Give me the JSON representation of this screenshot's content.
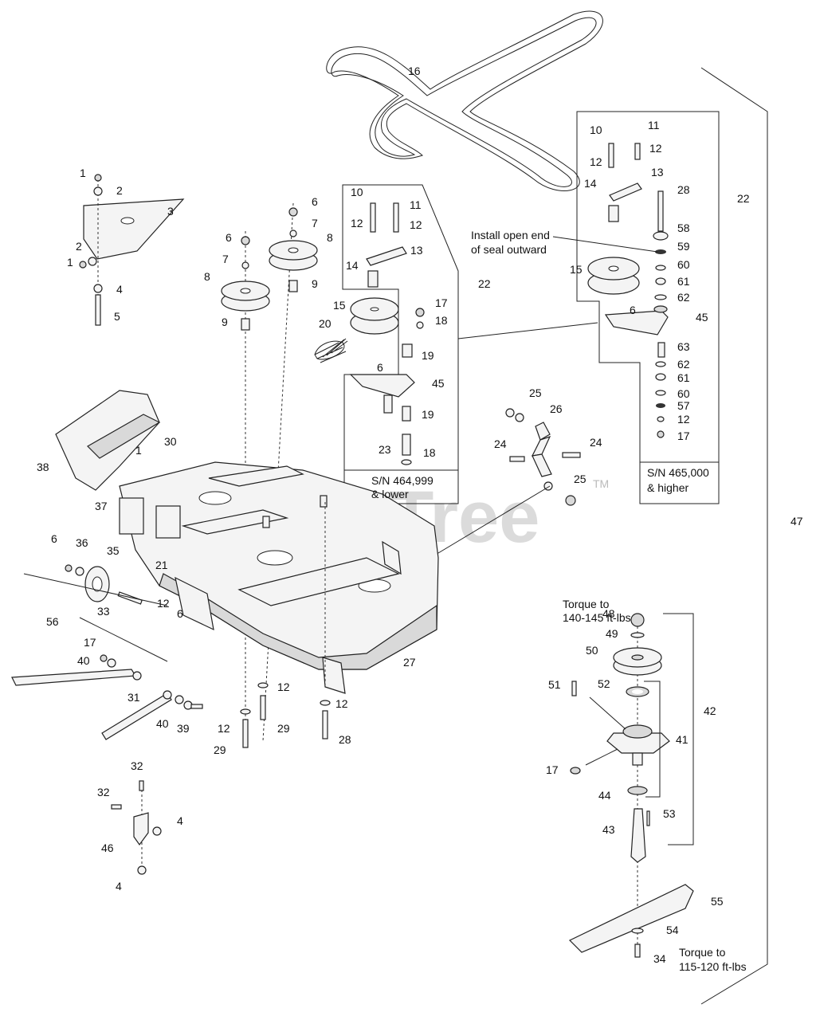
{
  "watermark": "PartsTree",
  "trademark": "TM",
  "notes": {
    "seal": [
      "Install open end",
      "of seal outward"
    ],
    "sn_low": [
      "S/N 464,999",
      "& lower"
    ],
    "sn_high": [
      "S/N 465,000",
      "& higher"
    ],
    "torque_top": [
      "Torque to",
      "140-145 ft-lbs"
    ],
    "torque_bottom": [
      "Torque to",
      "115-120 ft-lbs"
    ]
  },
  "callouts": [
    {
      "id": "c16",
      "text": "16"
    },
    {
      "id": "c1a",
      "text": "1"
    },
    {
      "id": "c2a",
      "text": "2"
    },
    {
      "id": "c3",
      "text": "3"
    },
    {
      "id": "c2b",
      "text": "2"
    },
    {
      "id": "c1b",
      "text": "1"
    },
    {
      "id": "c4a",
      "text": "4"
    },
    {
      "id": "c5",
      "text": "5"
    },
    {
      "id": "c6a",
      "text": "6"
    },
    {
      "id": "c7a",
      "text": "7"
    },
    {
      "id": "c8a",
      "text": "8"
    },
    {
      "id": "c6b",
      "text": "6"
    },
    {
      "id": "c7b",
      "text": "7"
    },
    {
      "id": "c8b",
      "text": "8"
    },
    {
      "id": "c9a",
      "text": "9"
    },
    {
      "id": "c9b",
      "text": "9"
    },
    {
      "id": "c10a",
      "text": "10"
    },
    {
      "id": "c11a",
      "text": "11"
    },
    {
      "id": "c12a",
      "text": "12"
    },
    {
      "id": "c12b",
      "text": "12"
    },
    {
      "id": "c13a",
      "text": "13"
    },
    {
      "id": "c14a",
      "text": "14"
    },
    {
      "id": "c15a",
      "text": "15"
    },
    {
      "id": "c17a",
      "text": "17"
    },
    {
      "id": "c18a",
      "text": "18"
    },
    {
      "id": "c19a",
      "text": "19"
    },
    {
      "id": "c20",
      "text": "20"
    },
    {
      "id": "c6c",
      "text": "6"
    },
    {
      "id": "c45a",
      "text": "45"
    },
    {
      "id": "c19b",
      "text": "19"
    },
    {
      "id": "c23",
      "text": "23"
    },
    {
      "id": "c18b",
      "text": "18"
    },
    {
      "id": "c22a",
      "text": "22"
    },
    {
      "id": "c10b",
      "text": "10"
    },
    {
      "id": "c11b",
      "text": "11"
    },
    {
      "id": "c12c",
      "text": "12"
    },
    {
      "id": "c12d",
      "text": "12"
    },
    {
      "id": "c13b",
      "text": "13"
    },
    {
      "id": "c14b",
      "text": "14"
    },
    {
      "id": "c28a",
      "text": "28"
    },
    {
      "id": "c58",
      "text": "58"
    },
    {
      "id": "c59",
      "text": "59"
    },
    {
      "id": "c15b",
      "text": "15"
    },
    {
      "id": "c60a",
      "text": "60"
    },
    {
      "id": "c61a",
      "text": "61"
    },
    {
      "id": "c62a",
      "text": "62"
    },
    {
      "id": "c6d",
      "text": "6"
    },
    {
      "id": "c45b",
      "text": "45"
    },
    {
      "id": "c63",
      "text": "63"
    },
    {
      "id": "c62b",
      "text": "62"
    },
    {
      "id": "c61b",
      "text": "61"
    },
    {
      "id": "c60b",
      "text": "60"
    },
    {
      "id": "c57",
      "text": "57"
    },
    {
      "id": "c12e",
      "text": "12"
    },
    {
      "id": "c17b",
      "text": "17"
    },
    {
      "id": "c22b",
      "text": "22"
    },
    {
      "id": "c25a",
      "text": "25"
    },
    {
      "id": "c26",
      "text": "26"
    },
    {
      "id": "c24a",
      "text": "24"
    },
    {
      "id": "c24b",
      "text": "24"
    },
    {
      "id": "c25b",
      "text": "25"
    },
    {
      "id": "c47",
      "text": "47"
    },
    {
      "id": "c30",
      "text": "30"
    },
    {
      "id": "c1c",
      "text": "1"
    },
    {
      "id": "c38",
      "text": "38"
    },
    {
      "id": "c37",
      "text": "37"
    },
    {
      "id": "c6e",
      "text": "6"
    },
    {
      "id": "c36",
      "text": "36"
    },
    {
      "id": "c35",
      "text": "35"
    },
    {
      "id": "c21",
      "text": "21"
    },
    {
      "id": "c33",
      "text": "33"
    },
    {
      "id": "c56",
      "text": "56"
    },
    {
      "id": "c12f",
      "text": "12"
    },
    {
      "id": "c6f",
      "text": "6"
    },
    {
      "id": "c17c",
      "text": "17"
    },
    {
      "id": "c40a",
      "text": "40"
    },
    {
      "id": "c31",
      "text": "31"
    },
    {
      "id": "c40b",
      "text": "40"
    },
    {
      "id": "c39",
      "text": "39"
    },
    {
      "id": "c27",
      "text": "27"
    },
    {
      "id": "c12g",
      "text": "12"
    },
    {
      "id": "c12h",
      "text": "12"
    },
    {
      "id": "c12i",
      "text": "12"
    },
    {
      "id": "c29a",
      "text": "29"
    },
    {
      "id": "c29b",
      "text": "29"
    },
    {
      "id": "c28b",
      "text": "28"
    },
    {
      "id": "c32a",
      "text": "32"
    },
    {
      "id": "c32b",
      "text": "32"
    },
    {
      "id": "c4b",
      "text": "4"
    },
    {
      "id": "c46",
      "text": "46"
    },
    {
      "id": "c4c",
      "text": "4"
    },
    {
      "id": "c48",
      "text": "48"
    },
    {
      "id": "c49",
      "text": "49"
    },
    {
      "id": "c50",
      "text": "50"
    },
    {
      "id": "c51",
      "text": "51"
    },
    {
      "id": "c52",
      "text": "52"
    },
    {
      "id": "c42",
      "text": "42"
    },
    {
      "id": "c41",
      "text": "41"
    },
    {
      "id": "c17d",
      "text": "17"
    },
    {
      "id": "c44",
      "text": "44"
    },
    {
      "id": "c53",
      "text": "53"
    },
    {
      "id": "c43",
      "text": "43"
    },
    {
      "id": "c55",
      "text": "55"
    },
    {
      "id": "c54",
      "text": "54"
    },
    {
      "id": "c34",
      "text": "34"
    }
  ]
}
